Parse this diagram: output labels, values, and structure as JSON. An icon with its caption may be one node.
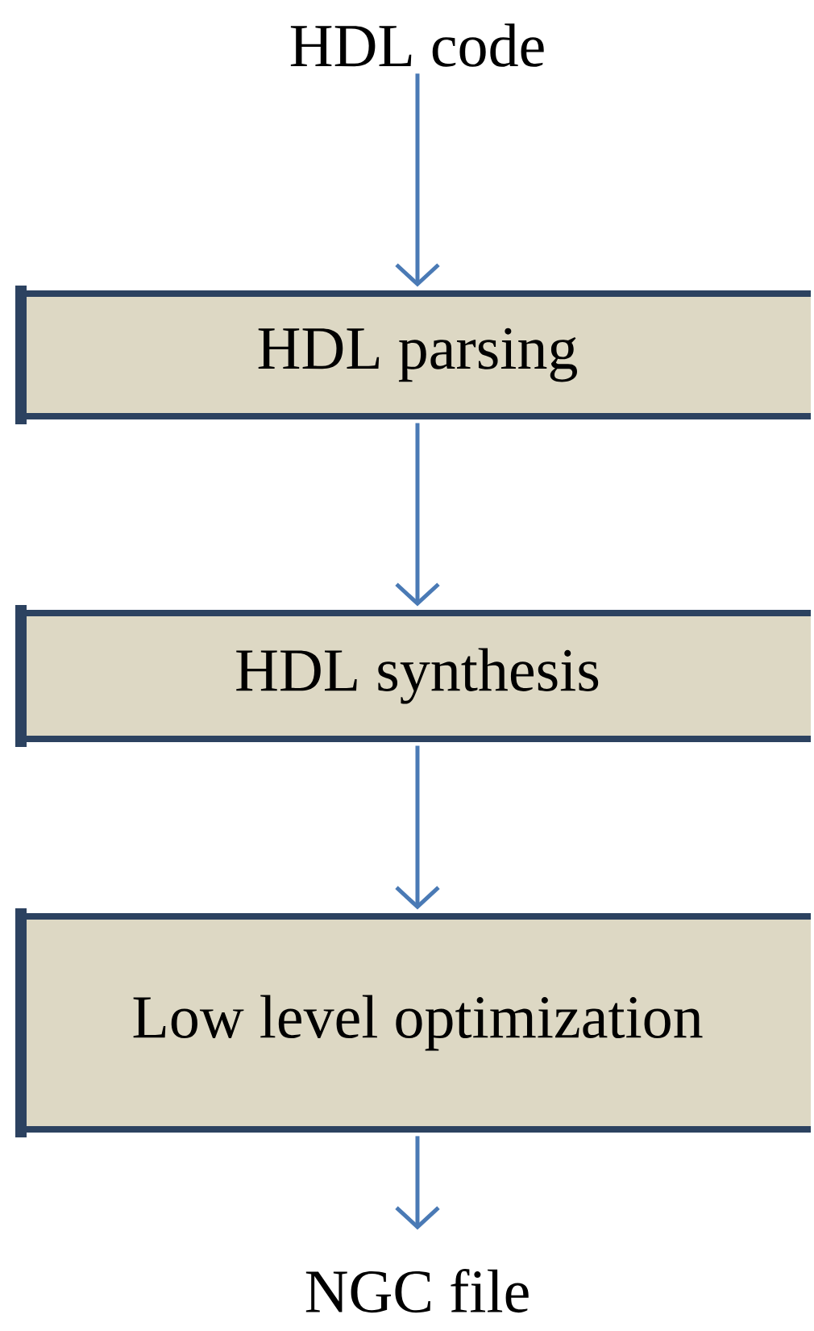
{
  "diagram": {
    "nodes": [
      {
        "text": [
          "HDL code"
        ]
      },
      {
        "text": [
          "HDL parsing"
        ]
      },
      {
        "text": [
          "HDL synthesis"
        ]
      },
      {
        "text": [
          "Low level optimization"
        ]
      },
      {
        "text": [
          "NGC file"
        ]
      }
    ],
    "edges": [
      {
        "from": 0,
        "to": 1,
        "arrow": "to"
      },
      {
        "from": 1,
        "to": 2,
        "arrow": "to"
      },
      {
        "from": 2,
        "to": 3,
        "arrow": "to"
      },
      {
        "from": 3,
        "to": 4,
        "arrow": "to"
      }
    ]
  }
}
